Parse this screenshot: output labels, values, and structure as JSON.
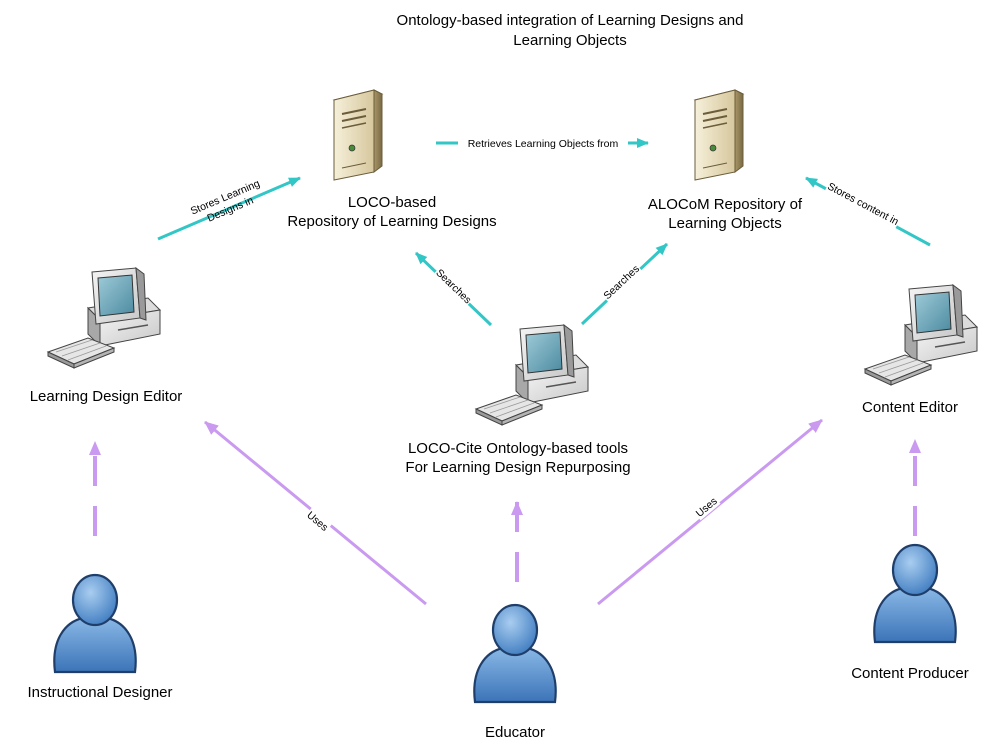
{
  "title": {
    "line1": "Ontology-based integration of Learning Designs and",
    "line2": "Learning Objects"
  },
  "nodes": {
    "loco_repository": {
      "line1": "LOCO-based",
      "line2": "Repository of Learning Designs",
      "icon": "server-icon"
    },
    "alocom_repository": {
      "line1": "ALOCoM Repository of",
      "line2": "Learning Objects",
      "icon": "server-icon"
    },
    "learning_design_editor": {
      "line1": "Learning Design Editor",
      "icon": "computer-icon"
    },
    "loco_cite_tools": {
      "line1": "LOCO-Cite Ontology-based tools",
      "line2": "For Learning Design Repurposing",
      "icon": "computer-icon"
    },
    "content_editor": {
      "line1": "Content Editor",
      "icon": "computer-icon"
    },
    "instructional_designer": {
      "line1": "Instructional Designer",
      "icon": "user-icon"
    },
    "educator": {
      "line1": "Educator",
      "icon": "user-icon"
    },
    "content_producer": {
      "line1": "Content Producer",
      "icon": "user-icon"
    }
  },
  "edges": {
    "retrieves": {
      "label": "Retrieves Learning Objects from"
    },
    "stores_designs": {
      "line1": "Stores Learning",
      "line2": "Designs in"
    },
    "stores_content": {
      "label": "Stores content in"
    },
    "searches_left": {
      "label": "Searches"
    },
    "searches_right": {
      "label": "Searches"
    },
    "uses_left": {
      "label": "Uses"
    },
    "uses_right": {
      "label": "Uses"
    }
  },
  "colors": {
    "teal_arrow": "#33c6c6",
    "lavender_arrow": "#c99af0",
    "server_body": "#e2d6b4",
    "user_fill": "#5b93cc"
  }
}
